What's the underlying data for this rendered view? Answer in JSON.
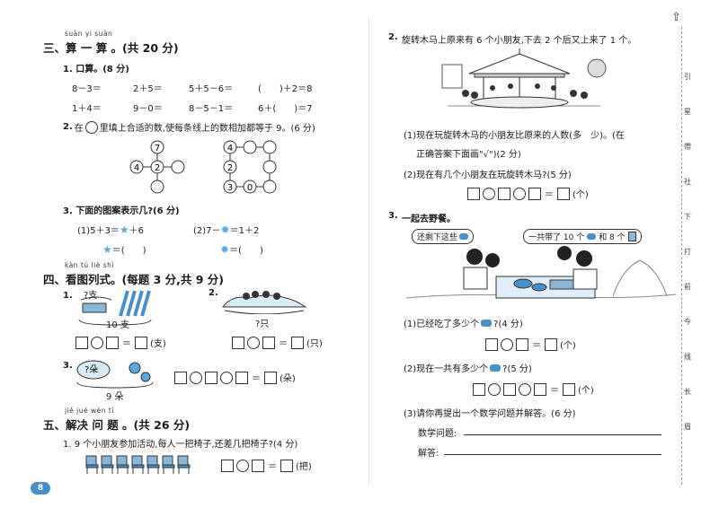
{
  "left": {
    "sec3": {
      "pinyin": "suàn yi suàn",
      "title": "三、算 一 算 。(共 20 分)"
    },
    "q1": {
      "title": "1. 口算。(8 分)",
      "row1": [
        "8－3＝",
        "2＋5＝",
        "5＋5－6＝",
        "(　　)＋2＝8"
      ],
      "row2": [
        "1＋4＝",
        "9－0＝",
        "8－5－1＝",
        "6＋(　　)＝7"
      ]
    },
    "q2": {
      "label": "2.",
      "pre": "在",
      "post": "里填上合适的数,使每条线上的数相加都等于 9。(6 分)",
      "cross": {
        "top": "7",
        "left": "4",
        "center": "2"
      },
      "square": {
        "tl": "4",
        "ml": "2",
        "bl": "3",
        "bm": "0"
      }
    },
    "q3": {
      "title": "3. 下面的图案表示几?(6 分)",
      "a": "(1)5＋3＝",
      "a2": "＋6",
      "b": "(2)7－",
      "b2": "＝1＋2",
      "ans": "＝(　　)"
    },
    "sec4": {
      "pinyin": "kàn tú liè shì",
      "title": "四、看图列式。(每题 3 分,共 9 分)"
    },
    "p4q1": {
      "num": "1.",
      "unknown": "?支",
      "total": "10 支",
      "unit": "(支)"
    },
    "p4q2": {
      "num": "2.",
      "unknown": "?只",
      "unit": "(只)"
    },
    "p4q3": {
      "num": "3.",
      "unknown": "?朵",
      "total": "9 朵",
      "unit": "(朵)"
    },
    "sec5": {
      "pinyin": "jiě jué wèn tí",
      "title": "五、解决 问 题 。(共 26 分)"
    },
    "p5q1": {
      "text": "1. 9 个小朋友参加活动,每人一把椅子,还差几把椅子?(4 分)",
      "unit": "(把)",
      "chairs": 7
    },
    "page_number": "8"
  },
  "right": {
    "q2": {
      "num": "2.",
      "text": "旋转木马上原来有 6 个小朋友,下去 2 个后又上来了 1 个。",
      "s1a": "(1)现在玩旋转木马的小朋友比原来的人数(多　少)。(在",
      "s1b": "正确答案下面画\"√\")(2 分)",
      "s2": "(2)现在有几个小朋友在玩旋转木马?(5 分)",
      "unit": "(个)"
    },
    "q3": {
      "num": "3.",
      "title": "一起去野餐。",
      "bubble1": "还剩下这些",
      "bubble2a": "一共带了 10 个",
      "bubble2b": "和 8 个",
      "s1": "(1)已经吃了多少个",
      "s1b": "?(4 分)",
      "s2": "(2)现在一共有多少个",
      "s2b": "?(5 分)",
      "s3": "(3)请你再提出一个数学问题并解答。(6 分)",
      "math_q": "数学问题:",
      "answer": "解答:",
      "unit": "(个)"
    },
    "side_chars": [
      "引",
      "星",
      "帶",
      "社",
      "下",
      "打",
      "前",
      "今",
      "线",
      "长",
      "眉"
    ]
  },
  "colors": {
    "accent": "#4a90c8",
    "ink": "#1a1a1a",
    "star": "#5aa8e0"
  }
}
